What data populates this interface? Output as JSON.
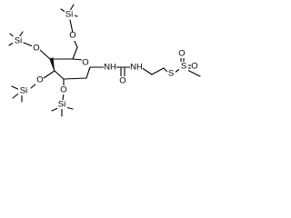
{
  "molecule": {
    "labels": {
      "tms_top": "Si",
      "o6": "O",
      "tms_left": "Si",
      "o4": "O",
      "o_ring": "O",
      "nh1": "NH",
      "nh2": "NH",
      "s_thio": "S",
      "s_sulfonyl": "S",
      "so_o1": "O",
      "so_o2": "O",
      "o3": "O",
      "tms_bottom_left": "Si",
      "o2": "O",
      "carbonyl_o": "O",
      "tms_bottom": "Si"
    }
  }
}
